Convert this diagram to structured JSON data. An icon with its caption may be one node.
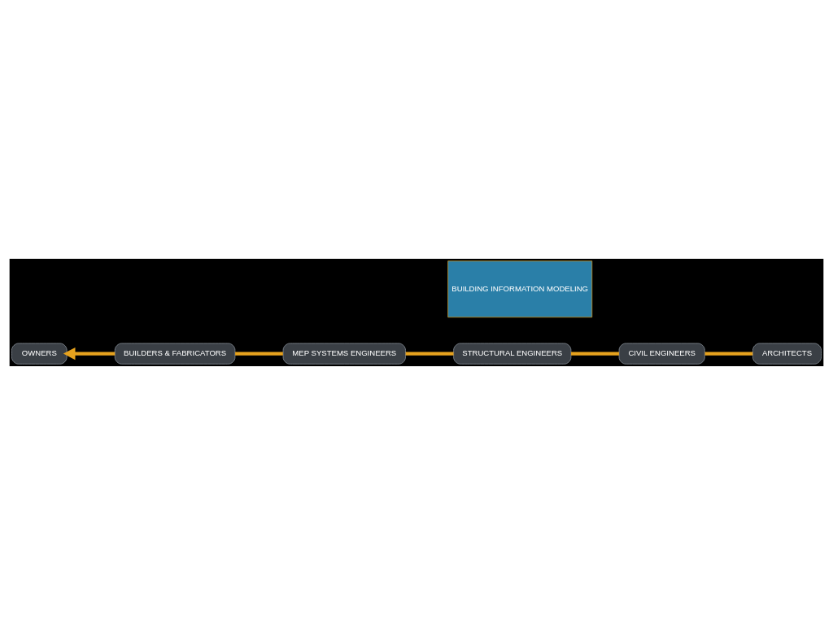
{
  "diagram": {
    "nodes": [
      {
        "text": [
          "OWNERS"
        ]
      },
      {
        "text": [
          "ARCHITECTS"
        ]
      },
      {
        "text": [
          "CIVIL ENGINEERS"
        ]
      },
      {
        "text": [
          "STRUCTURAL ENGINEERS"
        ]
      },
      {
        "text": [
          "MEP SYSTEMS ENGINEERS"
        ]
      },
      {
        "text": [
          "BUILDERS & FABRICATORS"
        ]
      },
      {
        "text": [
          "BUILDING INFORMATION MODELING"
        ]
      }
    ],
    "edges": [
      {
        "from": 1,
        "to": 2,
        "arrow": "none"
      },
      {
        "from": 2,
        "to": 3,
        "arrow": "none"
      },
      {
        "from": 3,
        "to": 4,
        "arrow": "none"
      },
      {
        "from": 4,
        "to": 5,
        "arrow": "none"
      },
      {
        "from": 5,
        "to": 0,
        "arrow": "to"
      }
    ]
  }
}
